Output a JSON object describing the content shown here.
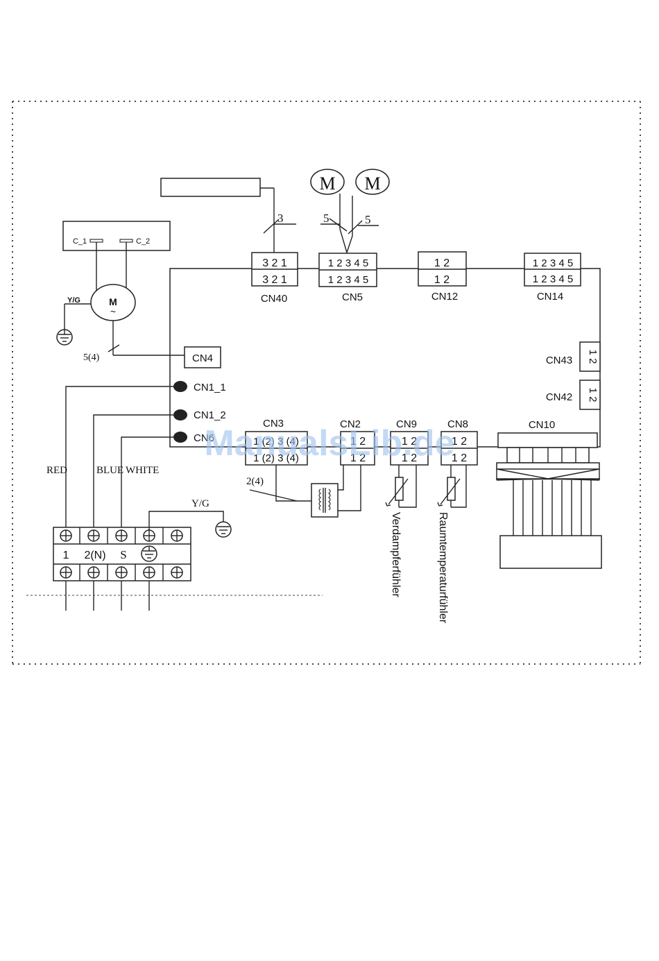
{
  "connectors": {
    "cn40": {
      "label": "CN40",
      "pins": "3 2 1"
    },
    "cn5": {
      "label": "CN5",
      "pins": "1 2 3 4 5"
    },
    "cn12": {
      "label": "CN12",
      "pins": "1   2"
    },
    "cn14": {
      "label": "CN14",
      "pins": "1 2 3 4 5"
    },
    "cn4": {
      "label": "CN4"
    },
    "cn43": {
      "label": "CN43",
      "pins": "1 2"
    },
    "cn42": {
      "label": "CN42",
      "pins": "1 2"
    },
    "cn1_1": {
      "label": "CN1_1"
    },
    "cn1_2": {
      "label": "CN1_2"
    },
    "cn6": {
      "label": "CN6"
    },
    "cn3": {
      "label": "CN3",
      "pins_top": "1 (2) 3 (4)",
      "pins_bottom": "1 (2) 3 (4)"
    },
    "cn2": {
      "label": "CN2",
      "pins": "1   2"
    },
    "cn9": {
      "label": "CN9",
      "pins": "1   2"
    },
    "cn8": {
      "label": "CN8",
      "pins": "1   2"
    },
    "cn10": {
      "label": "CN10"
    }
  },
  "wire_counts": {
    "cn40": "3",
    "motor1": "5",
    "motor2": "5",
    "fan_motor": "5(4)",
    "transformer": "2(4)"
  },
  "motors": {
    "swing_left": "M",
    "swing_right": "M",
    "fan": "M",
    "fan_sub": "~"
  },
  "capacitor": {
    "c1": "C_1",
    "c2": "C_2"
  },
  "earth_labels": {
    "fan_motor": "Y/G",
    "terminal": "Y/G"
  },
  "wire_colors": {
    "red": "RED",
    "blue": "BLUE",
    "white": "WHITE"
  },
  "terminal_block": {
    "t1": "1",
    "t2": "2(N)",
    "t3": "S"
  },
  "sensors": {
    "evaporator": "Verdampferfühler",
    "room": "Raumtemperaturfühler"
  },
  "watermark": "ManualsLib.de"
}
